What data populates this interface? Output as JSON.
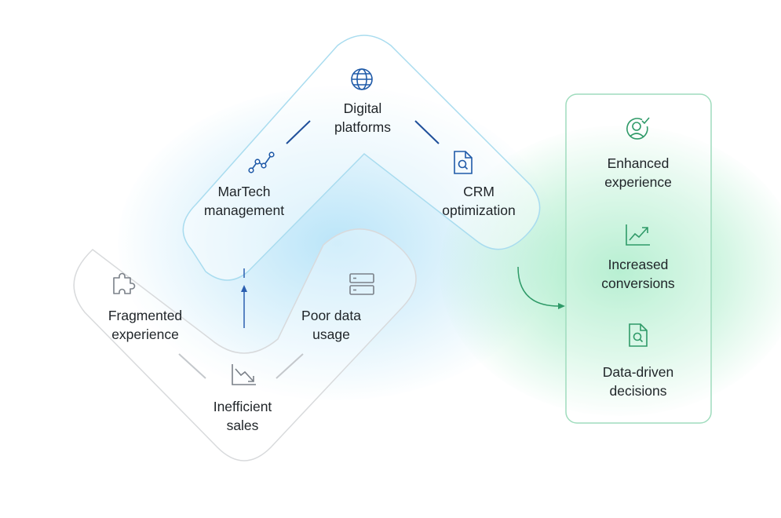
{
  "diagram": {
    "top_group": {
      "nodes": [
        {
          "id": "digital",
          "lines": [
            "Digital",
            "platforms"
          ],
          "icon": "globe-icon"
        },
        {
          "id": "martech",
          "lines": [
            "MarTech",
            "management"
          ],
          "icon": "connected-nodes-icon"
        },
        {
          "id": "crm",
          "lines": [
            "CRM",
            "optimization"
          ],
          "icon": "document-search-icon"
        }
      ]
    },
    "bottom_group": {
      "nodes": [
        {
          "id": "fragmented",
          "lines": [
            "Fragmented",
            "experience"
          ],
          "icon": "puzzle-icon"
        },
        {
          "id": "poordata",
          "lines": [
            "Poor data",
            "usage"
          ],
          "icon": "server-stack-icon"
        },
        {
          "id": "inefficient",
          "lines": [
            "Inefficient",
            "sales"
          ],
          "icon": "trend-down-icon"
        }
      ]
    },
    "outcomes": {
      "nodes": [
        {
          "id": "enhanced",
          "lines": [
            "Enhanced",
            "experience"
          ],
          "icon": "user-check-icon"
        },
        {
          "id": "conversions",
          "lines": [
            "Increased",
            "conversions"
          ],
          "icon": "trend-up-icon"
        },
        {
          "id": "datadriven",
          "lines": [
            "Data-driven",
            "decisions"
          ],
          "icon": "document-search-icon"
        }
      ]
    },
    "colors": {
      "blue_icon": "#1f5aa8",
      "green_icon": "#2f9a68",
      "gray_icon": "#7a8088",
      "connector_blue": "#1f4f9a",
      "connector_gray": "#c4c8cc",
      "arrow_green": "#2f9a68",
      "outline_blue": "#a9dcef",
      "outline_gray": "#d8dadc",
      "outline_green": "#9fdcbd"
    }
  }
}
